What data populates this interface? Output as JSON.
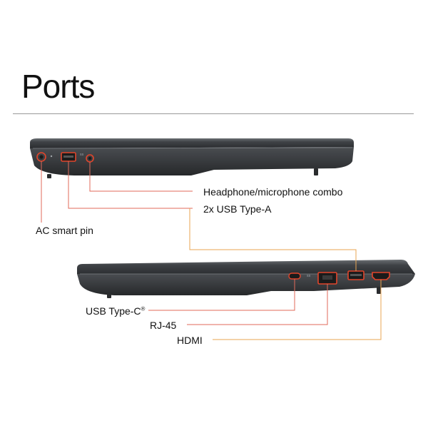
{
  "page": {
    "title": "Ports"
  },
  "labels": {
    "headphone": "Headphone/microphone combo",
    "usb_a": "2x USB Type-A",
    "ac_pin": "AC smart pin",
    "usb_c": "USB Type-C",
    "usb_c_mark": "®",
    "rj45": "RJ-45",
    "hdmi": "HDMI"
  },
  "colors": {
    "port_highlight": "#e2452b",
    "leader_red": "#e06a5a",
    "leader_orange": "#e8a552",
    "chassis": "#3a3d40"
  }
}
